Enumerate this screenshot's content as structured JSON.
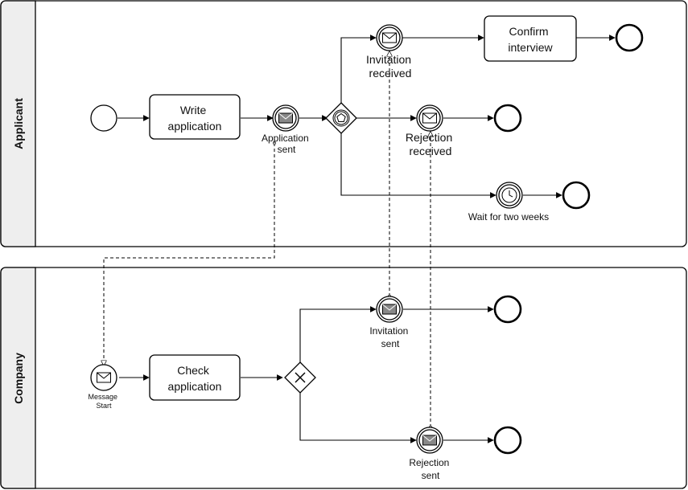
{
  "pools": [
    {
      "name": "Applicant"
    },
    {
      "name": "Company"
    }
  ],
  "tasks": {
    "write_application": [
      "Write",
      "application"
    ],
    "confirm_interview": [
      "Confirm",
      "interview"
    ],
    "check_application": [
      "Check",
      "application"
    ]
  },
  "events": {
    "application_sent": [
      "Application",
      "sent"
    ],
    "invitation_received": [
      "Invitation",
      "received"
    ],
    "rejection_received": [
      "Rejection",
      "received"
    ],
    "wait_two_weeks": "Wait for two weeks",
    "message_start": [
      "Message",
      "Start"
    ],
    "invitation_sent": [
      "Invitation",
      "sent"
    ],
    "rejection_sent": [
      "Rejection",
      "sent"
    ]
  },
  "icons": {
    "message": "envelope-icon",
    "timer": "clock-icon",
    "event_gateway": "pentagon-icon",
    "exclusive_gateway": "x-icon"
  }
}
